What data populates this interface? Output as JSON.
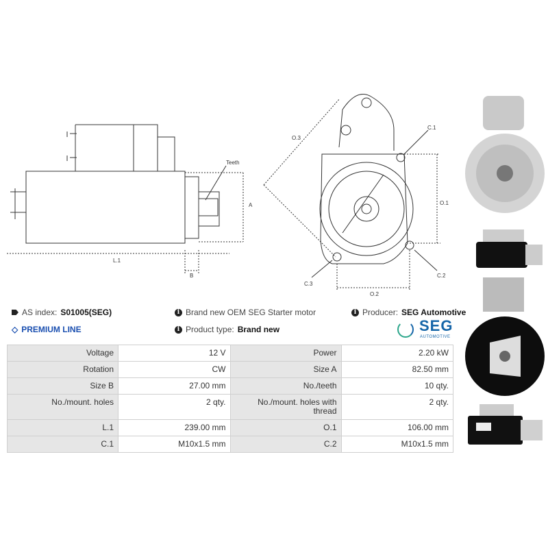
{
  "drawing_labels": {
    "teeth": "Teeth",
    "a": "A",
    "b": "B",
    "l1": "L.1",
    "o1": "O.1",
    "o2": "O.2",
    "o3": "O.3",
    "c1": "C.1",
    "c2": "C.2",
    "c3": "C.3"
  },
  "info": {
    "as_index_label": "AS index:",
    "as_index_value": "S01005(SEG)",
    "premium": "PREMIUM LINE",
    "description": "Brand new OEM SEG Starter motor",
    "product_type_label": "Product type:",
    "product_type_value": "Brand new",
    "producer_label": "Producer:",
    "producer_value": "SEG Automotive",
    "logo_text": "SEG",
    "logo_sub": "AUTOMOTIVE"
  },
  "colors": {
    "premium": "#1a4fb0",
    "logo": "#1565a8",
    "logo_ring": "#2aa58a",
    "key_bg": "#e6e6e6"
  },
  "specs": [
    [
      "Voltage",
      "12 V",
      "Power",
      "2.20 kW"
    ],
    [
      "Rotation",
      "CW",
      "Size A",
      "82.50 mm"
    ],
    [
      "Size B",
      "27.00 mm",
      "No./teeth",
      "10 qty."
    ],
    [
      "No./mount. holes",
      "2 qty.",
      "No./mount. holes with thread",
      "2 qty."
    ],
    [
      "L.1",
      "239.00 mm",
      "O.1",
      "106.00 mm"
    ],
    [
      "C.1",
      "M10x1.5 mm",
      "C.2",
      "M10x1.5 mm"
    ]
  ]
}
